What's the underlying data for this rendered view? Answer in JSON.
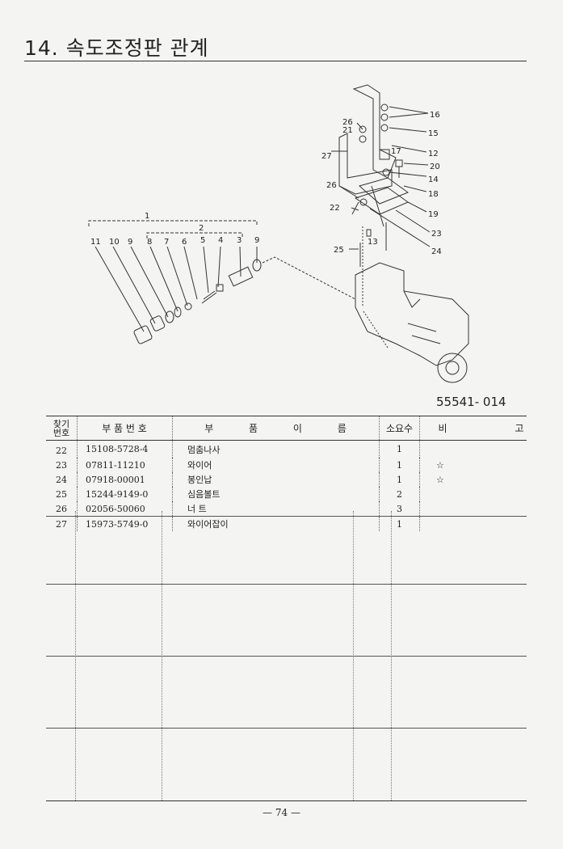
{
  "title": "14. 속도조정판 관계",
  "figure_code": "55541- 014",
  "callouts": {
    "c1": "1",
    "c2": "2",
    "c11": "11",
    "c10": "10",
    "c9a": "9",
    "c8": "8",
    "c7": "7",
    "c6": "6",
    "c5": "5",
    "c4": "4",
    "c3": "3",
    "c9b": "9",
    "c16": "16",
    "c15": "15",
    "c12": "12",
    "c20": "20",
    "c14": "14",
    "c18": "18",
    "c19": "19",
    "c23": "23",
    "c24": "24",
    "c17": "17",
    "c26a": "26",
    "c21": "21",
    "c27": "27",
    "c26b": "26",
    "c22": "22",
    "c13": "13",
    "c25": "25"
  },
  "table": {
    "headers": [
      "찾기\n번호",
      "부 품 번 호",
      "부 품 이 름",
      "소요수",
      "비 고"
    ],
    "rows": [
      {
        "no": "22",
        "part": "15108-5728-4",
        "name": "멈춤나사",
        "qty": "1",
        "note": ""
      },
      {
        "no": "23",
        "part": "07811-11210",
        "name": "와이어",
        "qty": "1",
        "note": "☆"
      },
      {
        "no": "24",
        "part": "07918-00001",
        "name": "봉인납",
        "qty": "1",
        "note": "☆"
      },
      {
        "no": "25",
        "part": "15244-9149-0",
        "name": "심음볼트",
        "qty": "2",
        "note": ""
      },
      {
        "no": "26",
        "part": "02056-50060",
        "name": "너 트",
        "qty": "3",
        "note": ""
      },
      {
        "no": "27",
        "part": "15973-5749-0",
        "name": "와이어잡이",
        "qty": "1",
        "note": ""
      }
    ]
  },
  "page_number": "— 74 —"
}
